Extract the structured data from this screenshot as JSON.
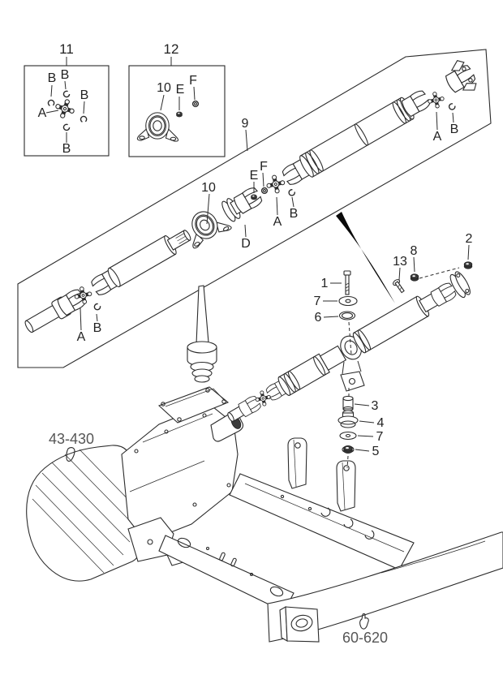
{
  "figure": {
    "colors": {
      "background": "#ffffff",
      "line": "#2b2b2b",
      "reference": "#565656",
      "arrow": "#0a0a0a"
    }
  },
  "detail_boxes": {
    "box11": {
      "number": "11",
      "spider": "A",
      "snap_ring_top_left": "B",
      "snap_ring_top": "B",
      "snap_ring_right": "B",
      "snap_ring_bottom": "B"
    },
    "box12": {
      "number": "12",
      "center_bearing": "10",
      "nut": "E",
      "washer": "F"
    }
  },
  "front_shaft": {
    "assembly_number": "9",
    "center_bearing": "10",
    "flange_yoke": "D",
    "nut": "E",
    "washer": "F",
    "front_spider": "A",
    "front_snap_ring": "B",
    "mid_spider": "A",
    "mid_snap_ring": "B",
    "rear_spider": "A",
    "rear_snap_ring": "B"
  },
  "rear_shaft": {
    "mount_bolt": "1",
    "mount_washer": "7",
    "mount_rubber": "6",
    "screw": "13",
    "nut_small": "8",
    "flange_nut": "2",
    "spacer": "3",
    "insulator": "4",
    "lower_washer": "7",
    "lower_nut": "5"
  },
  "references": {
    "transmission": "43-430",
    "frame": "60-620"
  }
}
